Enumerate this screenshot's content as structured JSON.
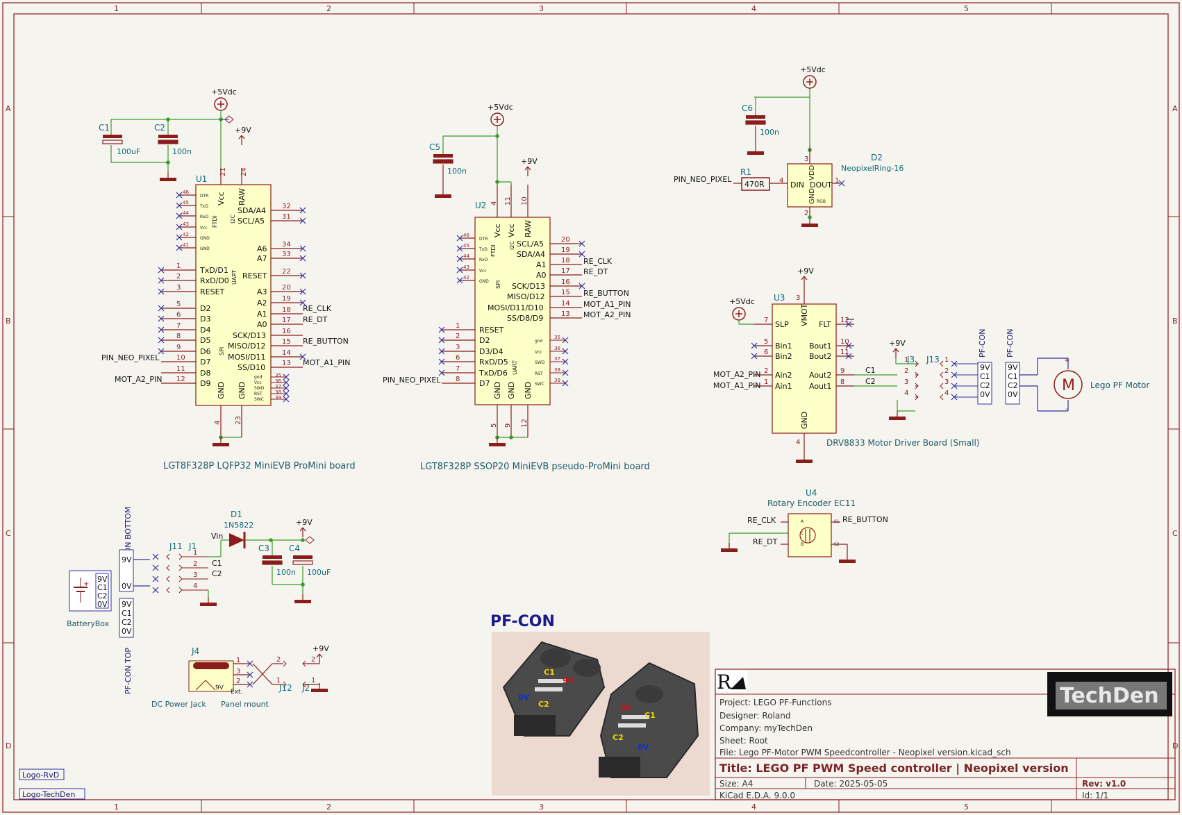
{
  "frame": {
    "cols": [
      "1",
      "2",
      "3",
      "4",
      "5"
    ],
    "rows": [
      "A",
      "B",
      "C",
      "D"
    ]
  },
  "u1": {
    "ref": "U1",
    "desc": "LGT8F328P LQFP32 MiniEVB ProMini board",
    "left": [
      [
        "46",
        "DTR"
      ],
      [
        "45",
        "TxD"
      ],
      [
        "44",
        "RxD"
      ],
      [
        "43",
        "Vcc"
      ],
      [
        "42",
        "GND"
      ],
      [
        "41",
        "GND"
      ]
    ],
    "left2": [
      [
        "1",
        "TxD/D1"
      ],
      [
        "2",
        "RxD/D0"
      ],
      [
        "3",
        "RESET"
      ],
      [
        "5",
        "D2"
      ],
      [
        "6",
        "D3"
      ],
      [
        "7",
        "D4"
      ],
      [
        "8",
        "D5"
      ],
      [
        "9",
        "D6"
      ],
      [
        "10",
        "D7"
      ],
      [
        "11",
        "D8"
      ],
      [
        "12",
        "D9"
      ]
    ],
    "right": [
      [
        "32",
        "SDA/A4"
      ],
      [
        "31",
        "SCL/A5"
      ],
      [
        "34",
        "A6"
      ],
      [
        "33",
        "A7"
      ],
      [
        "22",
        "RESET"
      ],
      [
        "20",
        "A3"
      ],
      [
        "19",
        "A2"
      ],
      [
        "18",
        "A1"
      ],
      [
        "17",
        "A0"
      ],
      [
        "16",
        "SCK/D13"
      ],
      [
        "15",
        "MISO/D12"
      ],
      [
        "14",
        "MOSI/D11"
      ],
      [
        "13",
        "SS/D10"
      ]
    ],
    "top": [
      [
        "21",
        "Vcc"
      ],
      [
        "24",
        "RAW"
      ]
    ],
    "bottom": [
      [
        "4",
        "GND"
      ],
      [
        "23",
        "GND"
      ]
    ],
    "small": [
      [
        "35",
        "gnd"
      ],
      [
        "36",
        "Vcc"
      ],
      [
        "37",
        "SWD"
      ],
      [
        "38",
        "RST"
      ],
      [
        "39",
        "SWC"
      ]
    ],
    "groups": {
      "ftdi": "FTDI",
      "i2c": "I2C",
      "uart": "UART",
      "spi": "SPI"
    }
  },
  "u2": {
    "ref": "U2",
    "desc": "LGT8F328P SSOP20 MiniEVB pseudo-ProMini board",
    "left": [
      [
        "46",
        "DTR"
      ],
      [
        "45",
        "TxD"
      ],
      [
        "44",
        "RxD"
      ],
      [
        "43",
        "Vcc"
      ],
      [
        "42",
        "GND"
      ]
    ],
    "left2": [
      [
        "1",
        "RESET"
      ],
      [
        "2",
        "D2"
      ],
      [
        "3",
        "D3/D4"
      ],
      [
        "6",
        "RxD/D5"
      ],
      [
        "7",
        "TxD/D6"
      ],
      [
        "8",
        "D7"
      ]
    ],
    "right": [
      [
        "20",
        "SCL/A5"
      ],
      [
        "19",
        "SDA/A4"
      ],
      [
        "18",
        "A1"
      ],
      [
        "17",
        "A0"
      ],
      [
        "16",
        "SCK/D13"
      ],
      [
        "15",
        "MISO/D12"
      ],
      [
        "14",
        "MOSI/D11/D10"
      ],
      [
        "13",
        "SS/D8/D9"
      ]
    ],
    "top": [
      [
        "4",
        "Vcc"
      ],
      [
        "11",
        "Vcc"
      ],
      [
        "10",
        "RAW"
      ]
    ],
    "bottom": [
      [
        "5",
        "GND"
      ],
      [
        "9",
        "GND"
      ],
      [
        "12",
        "GND"
      ]
    ],
    "small": [
      [
        "35",
        "gnd"
      ],
      [
        "36",
        "Vcc"
      ],
      [
        "37",
        "SWD"
      ],
      [
        "38",
        "RST"
      ],
      [
        "39",
        "SWC"
      ]
    ]
  },
  "u3": {
    "ref": "U3",
    "desc": "DRV8833 Motor Driver Board (Small)",
    "left": [
      [
        "7",
        "SLP"
      ],
      [
        "5",
        "Bin1"
      ],
      [
        "6",
        "Bin2"
      ],
      [
        "2",
        "Ain2"
      ],
      [
        "1",
        "Ain1"
      ]
    ],
    "right": [
      [
        "12",
        "FLT"
      ],
      [
        "10",
        "Bout1"
      ],
      [
        "11",
        "Bout2"
      ],
      [
        "9",
        "Aout2"
      ],
      [
        "8",
        "Aout1"
      ]
    ],
    "top": [
      [
        "3",
        "VMOT"
      ]
    ],
    "bottom": [
      [
        "4",
        "GND"
      ]
    ]
  },
  "u4": {
    "ref": "U4",
    "desc": "Rotary Encoder EC11",
    "pins": [
      "A",
      "C",
      "B",
      "S1",
      "S2"
    ]
  },
  "d2": {
    "ref": "D2",
    "desc": "NeopixelRing-16",
    "pins": [
      "DIN",
      "DOUT",
      "VDD",
      "GND",
      "RGB"
    ],
    "nums": [
      "4",
      "1",
      "3",
      "2"
    ]
  },
  "r1": {
    "ref": "R1",
    "val": "470R"
  },
  "caps": [
    {
      "ref": "C1",
      "val": "100uF"
    },
    {
      "ref": "C2",
      "val": "100n"
    },
    {
      "ref": "C5",
      "val": "100n"
    },
    {
      "ref": "C6",
      "val": "100n"
    },
    {
      "ref": "C3",
      "val": "100n"
    },
    {
      "ref": "C4",
      "val": "100uF"
    }
  ],
  "d1": {
    "ref": "D1",
    "val": "1N5822",
    "vin": "Vin"
  },
  "power": {
    "v5": "+5Vdc",
    "v9": "+9V"
  },
  "nets": {
    "re_clk": "RE_CLK",
    "re_dt": "RE_DT",
    "re_button": "RE_BUTTON",
    "mot_a1": "MOT_A1_PIN",
    "mot_a2": "MOT_A2_PIN",
    "neo": "PIN_NEO_PIXEL",
    "c1": "C1",
    "c2": "C2"
  },
  "pfcon": {
    "label": "PF-CON",
    "bottom": "PF-CON BOTTOM",
    "top": "PF-CON TOP",
    "pins": [
      "9V",
      "C1",
      "C2",
      "0V"
    ],
    "nums": [
      "1",
      "2",
      "3",
      "4"
    ]
  },
  "connectors": {
    "j1": "J1",
    "j11": "J11",
    "j3": "J3",
    "j13": "J13",
    "j4": "J4",
    "j12": "J12",
    "j2": "J2"
  },
  "battery": {
    "label": "BatteryBox"
  },
  "motor": {
    "label": "Lego PF Motor",
    "plus": "+",
    "minus": "-"
  },
  "jack": {
    "label": "DC Power Jack",
    "label2": "Panel mount",
    "pins": [
      "1",
      "3",
      "2"
    ],
    "text": [
      "9V",
      "Ext."
    ]
  },
  "logos": {
    "rvd": "Logo-RvD",
    "techden": "Logo-TechDen",
    "brand": "TechDen"
  },
  "photo": {
    "title": "PF-CON",
    "tags": [
      "C1",
      "9V",
      "0V",
      "C2",
      "9V",
      "C1",
      "C2",
      "0V"
    ]
  },
  "titleblock": {
    "project": "Project: LEGO PF-Functions",
    "designer": "Designer: Roland",
    "company": "Company: myTechDen",
    "sheet": "Sheet: Root",
    "file": "File: Lego PF-Motor PWM Speedcontroller - Neopixel version.kicad_sch",
    "title": "Title: LEGO PF PWM Speed controller | Neopixel version",
    "size": "Size: A4",
    "date": "Date: 2025-05-05",
    "rev": "Rev: v1.0",
    "kicad": "KiCad E.D.A. 9.0.0",
    "id": "Id: 1/1"
  },
  "colors": {
    "wire": "#3a9a2a",
    "body": "#ffffc8",
    "part": "#8b1c1c",
    "nc": "#3030a0",
    "frame": "#8b1c1c"
  }
}
